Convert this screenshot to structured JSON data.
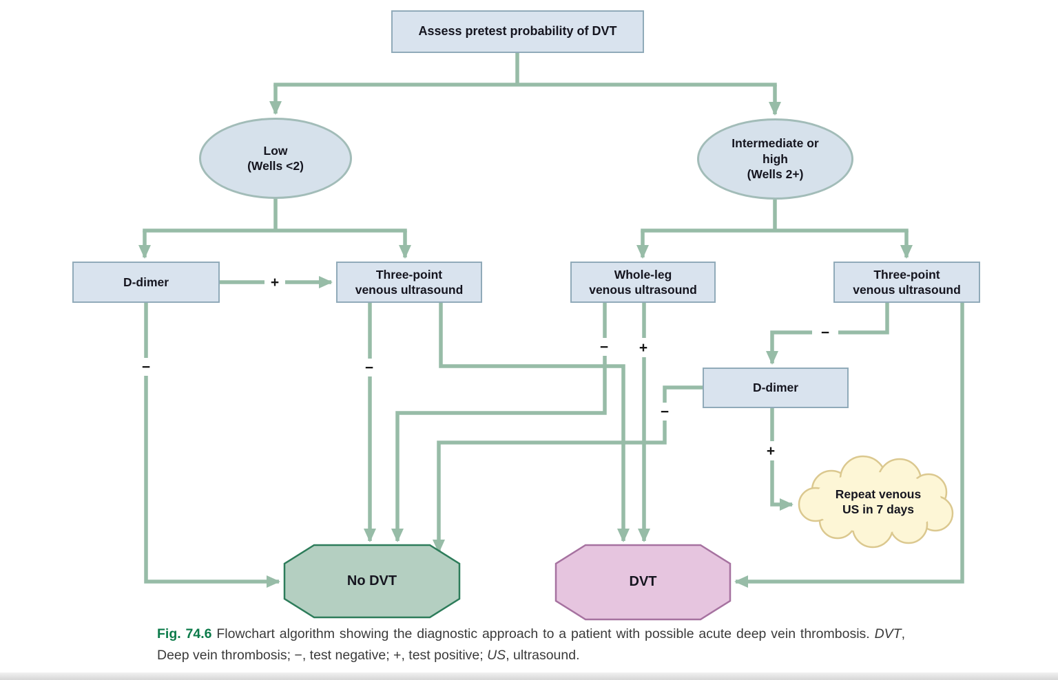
{
  "colors": {
    "connector_green": "#97bca7",
    "box_fill": "#d9e3ee",
    "box_border": "#90aab9",
    "ellipse_fill": "#d6e1eb",
    "ellipse_border": "#a2bcb8",
    "no_dvt_fill": "#b4cfc1",
    "no_dvt_border": "#2d7c5a",
    "dvt_fill": "#e6c5df",
    "dvt_border": "#a672a0",
    "cloud_fill": "#fdf6d6",
    "cloud_border": "#dbc88f",
    "caption_accent": "#0c7b4a"
  },
  "nodes": {
    "assess": "Assess pretest probability of DVT",
    "low": "Low\n(Wells <2)",
    "intermediate": "Intermediate or\nhigh\n(Wells 2+)",
    "ddimer_left": "D-dimer",
    "threepoint_left": "Three-point\nvenous ultrasound",
    "wholeleg": "Whole-leg\nvenous ultrasound",
    "threepoint_right": "Three-point\nvenous ultrasound",
    "ddimer_right": "D-dimer",
    "repeat_us": "Repeat venous\nUS in 7 days",
    "no_dvt": "No DVT",
    "dvt": "DVT"
  },
  "edge_labels": {
    "ddimer_left_to_us_plus": "+",
    "ddimer_left_neg": "−",
    "threepoint_left_neg": "−",
    "wholeleg_neg": "−",
    "wholeleg_pos": "+",
    "threepoint_right_neg": "−",
    "ddimer_right_neg": "−",
    "ddimer_right_pos": "+"
  },
  "caption": {
    "fig_label": "Fig. 74.6",
    "segments": [
      {
        "text": " Flowchart algorithm showing the diagnostic approach to a patient with possible acute deep vein thrombosis. ",
        "style": "normal"
      },
      {
        "text": "DVT",
        "style": "italic"
      },
      {
        "text": ", Deep vein thrombosis; −, test negative; +, test positive; ",
        "style": "normal"
      },
      {
        "text": "US",
        "style": "italic"
      },
      {
        "text": ", ultrasound.",
        "style": "normal"
      }
    ]
  }
}
